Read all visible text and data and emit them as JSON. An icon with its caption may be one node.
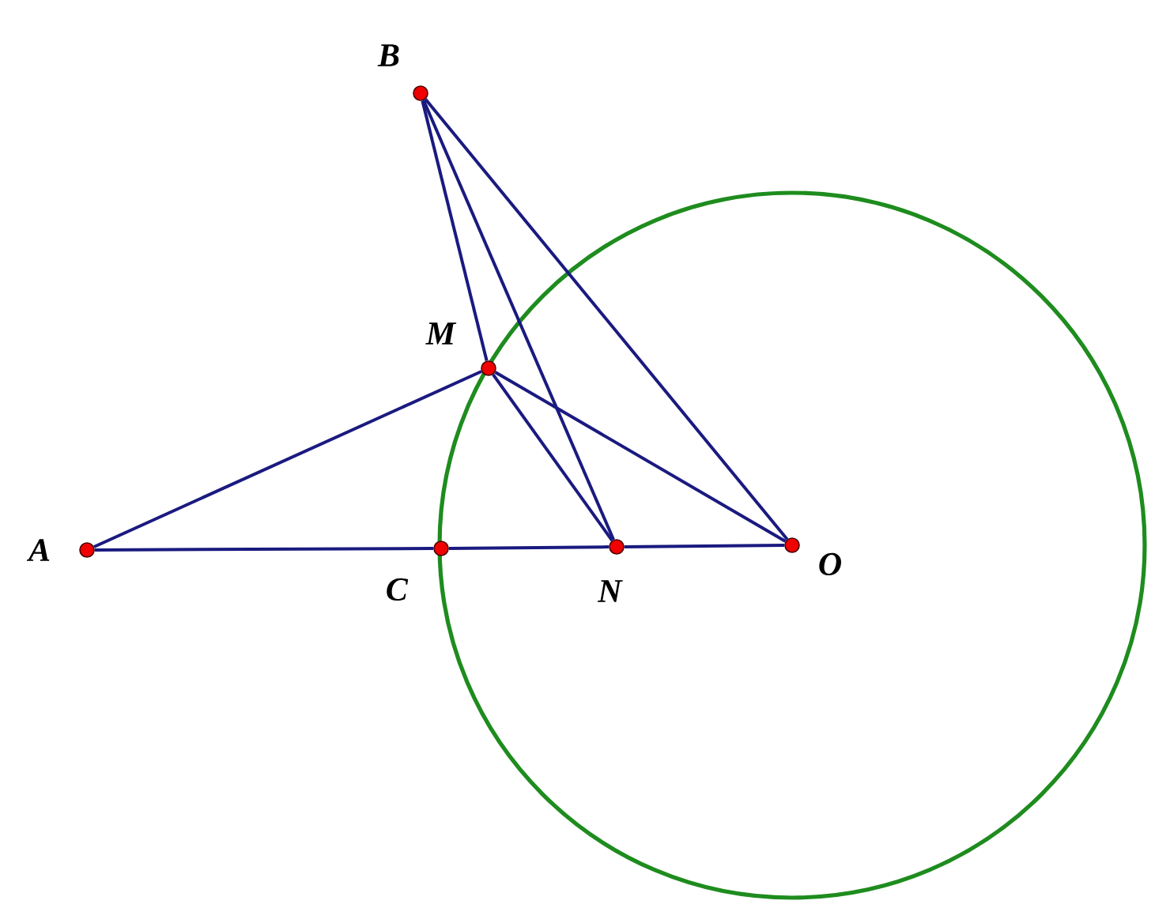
{
  "diagram": {
    "nodes": [
      {
        "text": [],
        "shape": "circle",
        "beside": [
          "*B*"
        ]
      },
      {
        "text": [],
        "shape": "circle",
        "beside": [
          "*M*"
        ]
      },
      {
        "text": [],
        "shape": "circle",
        "beside": [
          "*A*"
        ]
      },
      {
        "text": [],
        "shape": "circle",
        "beside": [
          "*C*"
        ]
      },
      {
        "text": [],
        "shape": "circle",
        "beside": [
          "*N*"
        ]
      },
      {
        "text": [],
        "shape": "circle",
        "beside": [
          "*O*"
        ]
      }
    ],
    "edges": [
      {
        "from": 0,
        "to": 1,
        "arrow": "none"
      },
      {
        "from": 0,
        "to": 4,
        "arrow": "none"
      },
      {
        "from": 0,
        "to": 5,
        "arrow": "none"
      },
      {
        "from": 2,
        "to": 1,
        "arrow": "none"
      },
      {
        "from": 1,
        "to": 4,
        "arrow": "none"
      },
      {
        "from": 1,
        "to": 5,
        "arrow": "none"
      },
      {
        "from": 2,
        "to": 3,
        "arrow": "none"
      },
      {
        "from": 3,
        "to": 4,
        "arrow": "none"
      },
      {
        "from": 4,
        "to": 5,
        "arrow": "none"
      }
    ]
  }
}
